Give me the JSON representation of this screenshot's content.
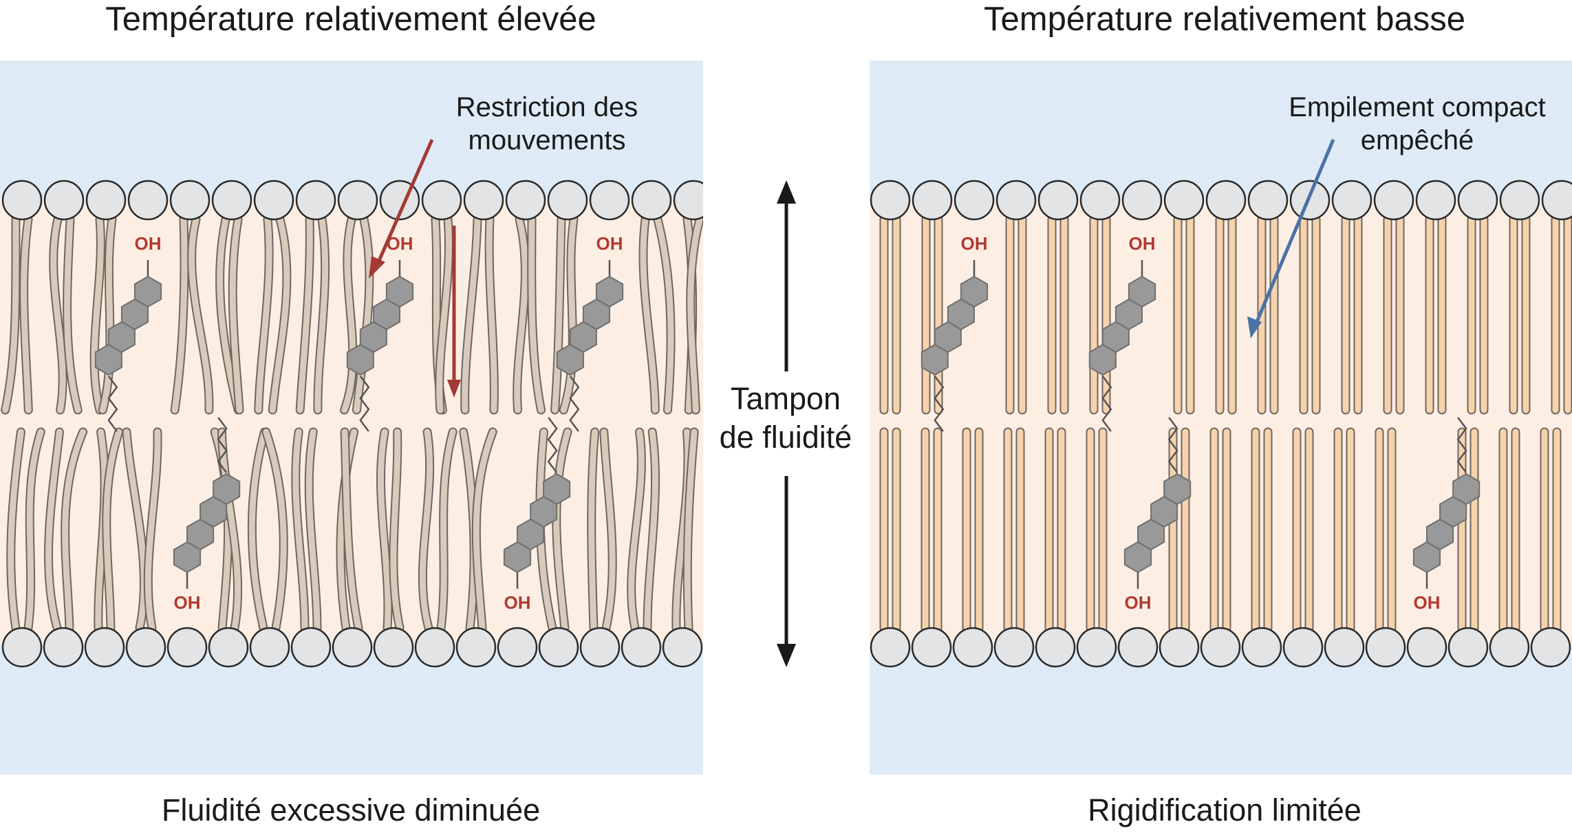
{
  "left_panel": {
    "title": "Température relativement élevée",
    "annotation_line1": "Restriction des",
    "annotation_line2": "mouvements",
    "caption": "Fluidité excessive diminuée",
    "oh_labels": [
      "OH",
      "OH",
      "OH",
      "OH",
      "OH"
    ],
    "tail_color": "#d9cbbb",
    "arrow_color": "#a33a35"
  },
  "right_panel": {
    "title": "Température relativement basse",
    "annotation_line1": "Empilement compact",
    "annotation_line2": "empêché",
    "caption": "Rigidification limitée",
    "oh_labels": [
      "OH",
      "OH",
      "OH",
      "OH"
    ],
    "tail_color": "#f6d3ad",
    "arrow_color": "#4a73a6"
  },
  "center": {
    "label_line1": "Tampon",
    "label_line2": "de fluidité"
  },
  "colors": {
    "water": "#deebf7",
    "membrane_core": "#fdeee4",
    "head_fill": "#e3e4e6",
    "head_stroke": "#2a2a2a",
    "sterol_fill": "#999999",
    "oh_text": "#b03a30"
  }
}
